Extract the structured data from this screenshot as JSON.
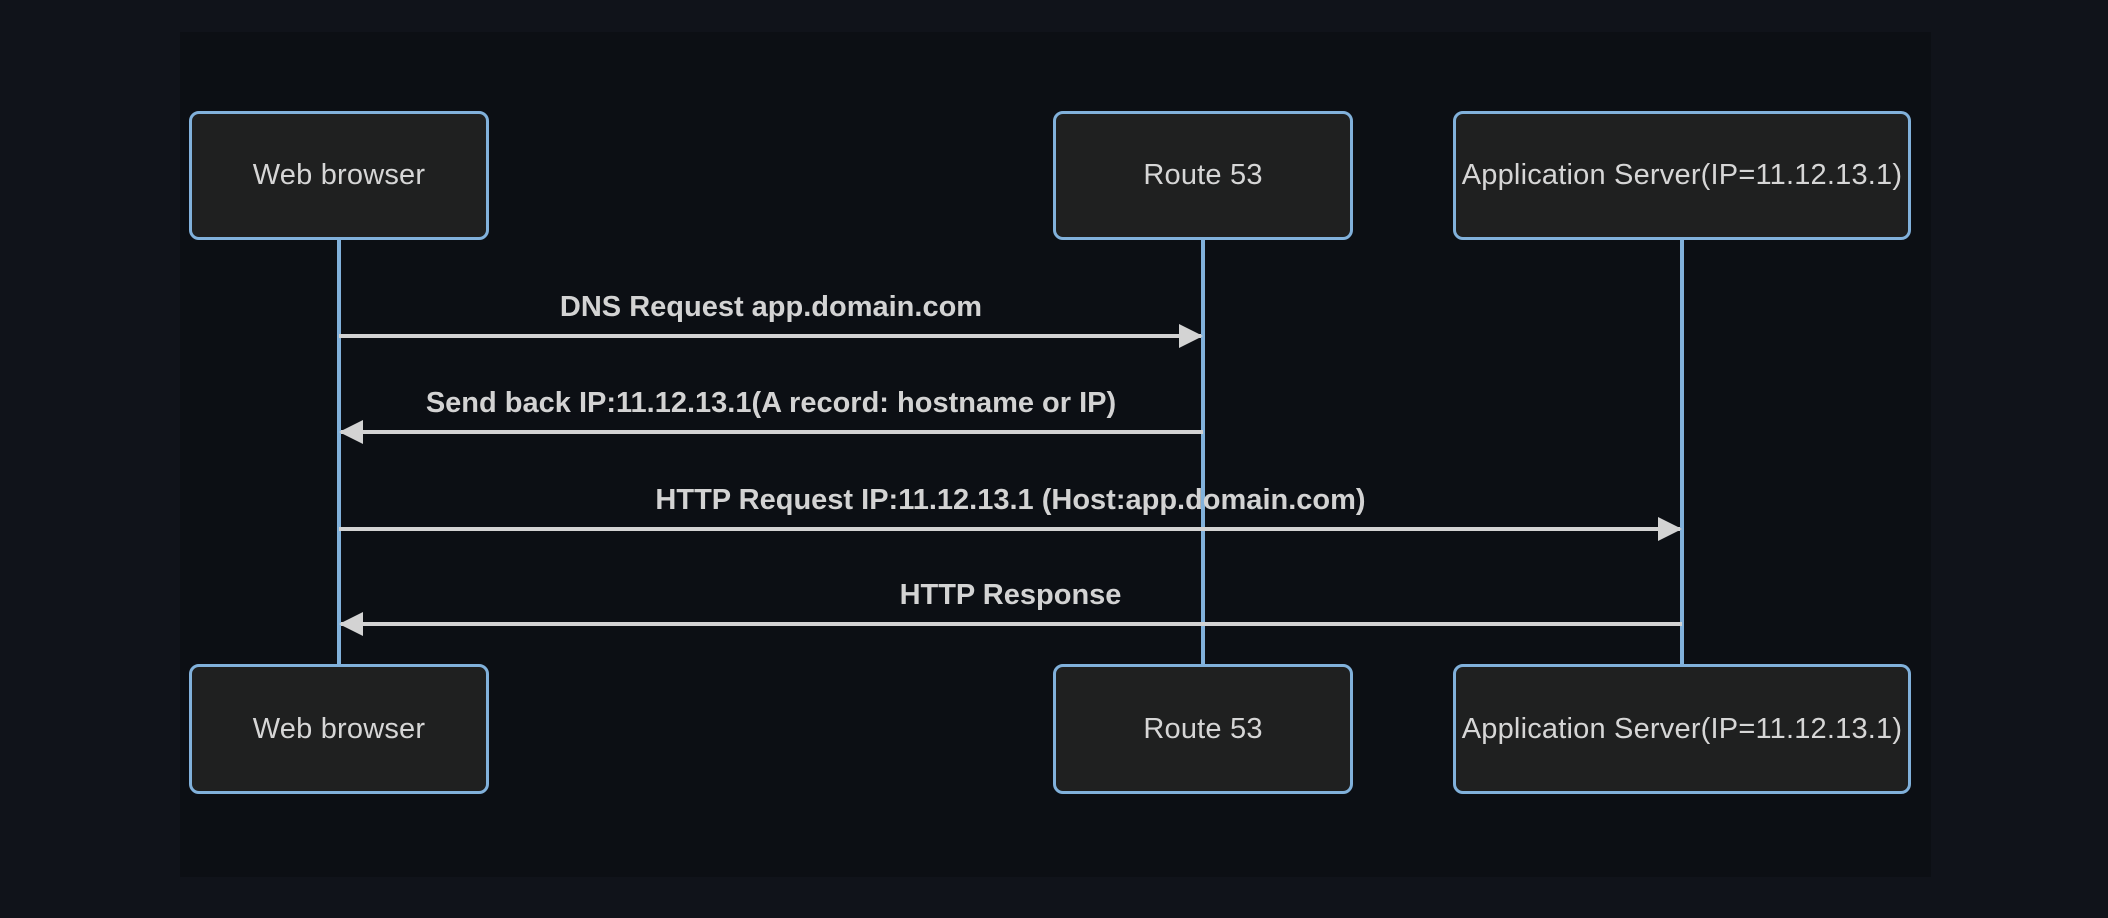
{
  "diagram": {
    "type": "sequence",
    "actors": [
      {
        "id": "web-browser",
        "label": "Web browser"
      },
      {
        "id": "route53",
        "label": "Route 53"
      },
      {
        "id": "app-server",
        "label": "Application Server(IP=11.12.13.1)"
      }
    ],
    "messages": [
      {
        "from": "web-browser",
        "to": "route53",
        "direction": "right",
        "label": "DNS Request app.domain.com"
      },
      {
        "from": "route53",
        "to": "web-browser",
        "direction": "left",
        "label": "Send back IP:11.12.13.1(A record: hostname or IP)"
      },
      {
        "from": "web-browser",
        "to": "app-server",
        "direction": "right",
        "label": "HTTP Request IP:11.12.13.1 (Host:app.domain.com)"
      },
      {
        "from": "app-server",
        "to": "web-browser",
        "direction": "left",
        "label": "HTTP Response"
      }
    ]
  },
  "colors": {
    "page_bg": "#10131a",
    "surface_bg": "#0c0f14",
    "actor_fill": "#1f2020",
    "actor_border": "#81b1db",
    "lifeline_color": "#81b1db",
    "signal_color": "#d3d3d3",
    "text_color": "#d6d6d6"
  }
}
